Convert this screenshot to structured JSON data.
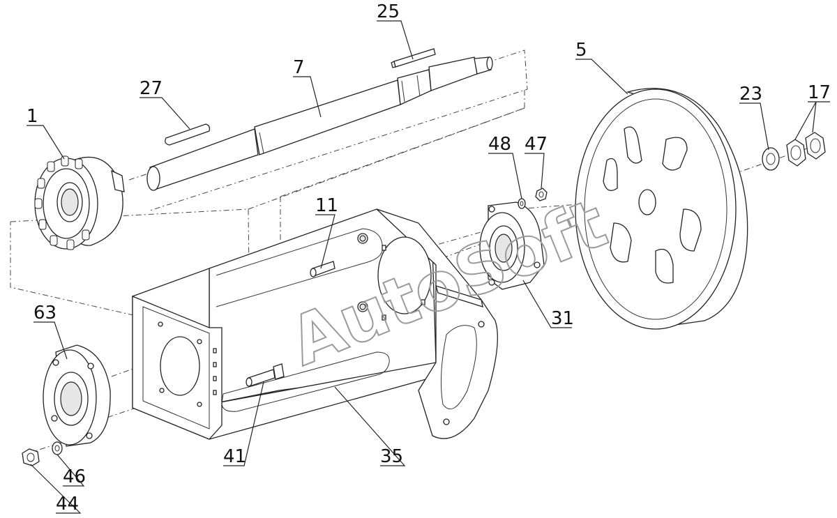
{
  "diagram": {
    "watermark": "AutoSoft",
    "callouts": [
      {
        "id": "c1",
        "text": "1"
      },
      {
        "id": "c27",
        "text": "27"
      },
      {
        "id": "c7",
        "text": "7"
      },
      {
        "id": "c25",
        "text": "25"
      },
      {
        "id": "c5",
        "text": "5"
      },
      {
        "id": "c23",
        "text": "23"
      },
      {
        "id": "c17",
        "text": "17"
      },
      {
        "id": "c48",
        "text": "48"
      },
      {
        "id": "c47",
        "text": "47"
      },
      {
        "id": "c11",
        "text": "11"
      },
      {
        "id": "c31",
        "text": "31"
      },
      {
        "id": "c63",
        "text": "63"
      },
      {
        "id": "c41",
        "text": "41"
      },
      {
        "id": "c35",
        "text": "35"
      },
      {
        "id": "c46",
        "text": "46"
      },
      {
        "id": "c44",
        "text": "44"
      }
    ]
  }
}
